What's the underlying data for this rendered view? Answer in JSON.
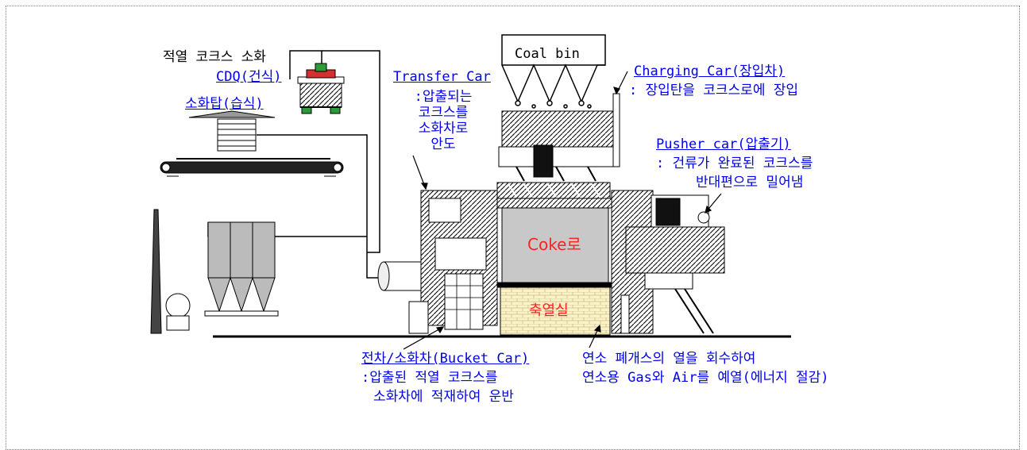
{
  "labels": {
    "red_hot_quench": "적열 코크스 소화",
    "cdq": "CDQ(건식)",
    "quench_tower": "소화탑(습식)",
    "coal_bin": "Coal bin",
    "transfer_car_title": "Transfer Car",
    "transfer_car_desc": [
      ":압출되는",
      "코크스를",
      "소화차로",
      "안도"
    ],
    "charging_car_title": "Charging Car(장입차)",
    "charging_car_desc": ": 장입탄을 코크스로에 장입",
    "pusher_car_title": "Pusher car(압출기)",
    "pusher_car_desc": [
      ": 건류가 완료된 코크스를",
      "반대편으로 밀어냄"
    ],
    "coke_oven": "Coke로",
    "regenerator": "축열실",
    "bucket_car_title": "전차/소화차(Bucket Car)",
    "bucket_car_desc": [
      ":압출된 적열 코크스를",
      "소화차에 적재하여 운반"
    ],
    "regen_desc": [
      "연소 폐개스의 열을 회수하여",
      "연소용 Gas와 Air를 예열(에너지 절감)"
    ]
  },
  "colors": {
    "link_blue": "#0000ee",
    "label_red": "#ff2222",
    "oven_gray": "#c8c8c8",
    "brick_yellow": "#fbf2c8",
    "cdq_green": "#2e9a3a",
    "cdq_red": "#d33030"
  }
}
